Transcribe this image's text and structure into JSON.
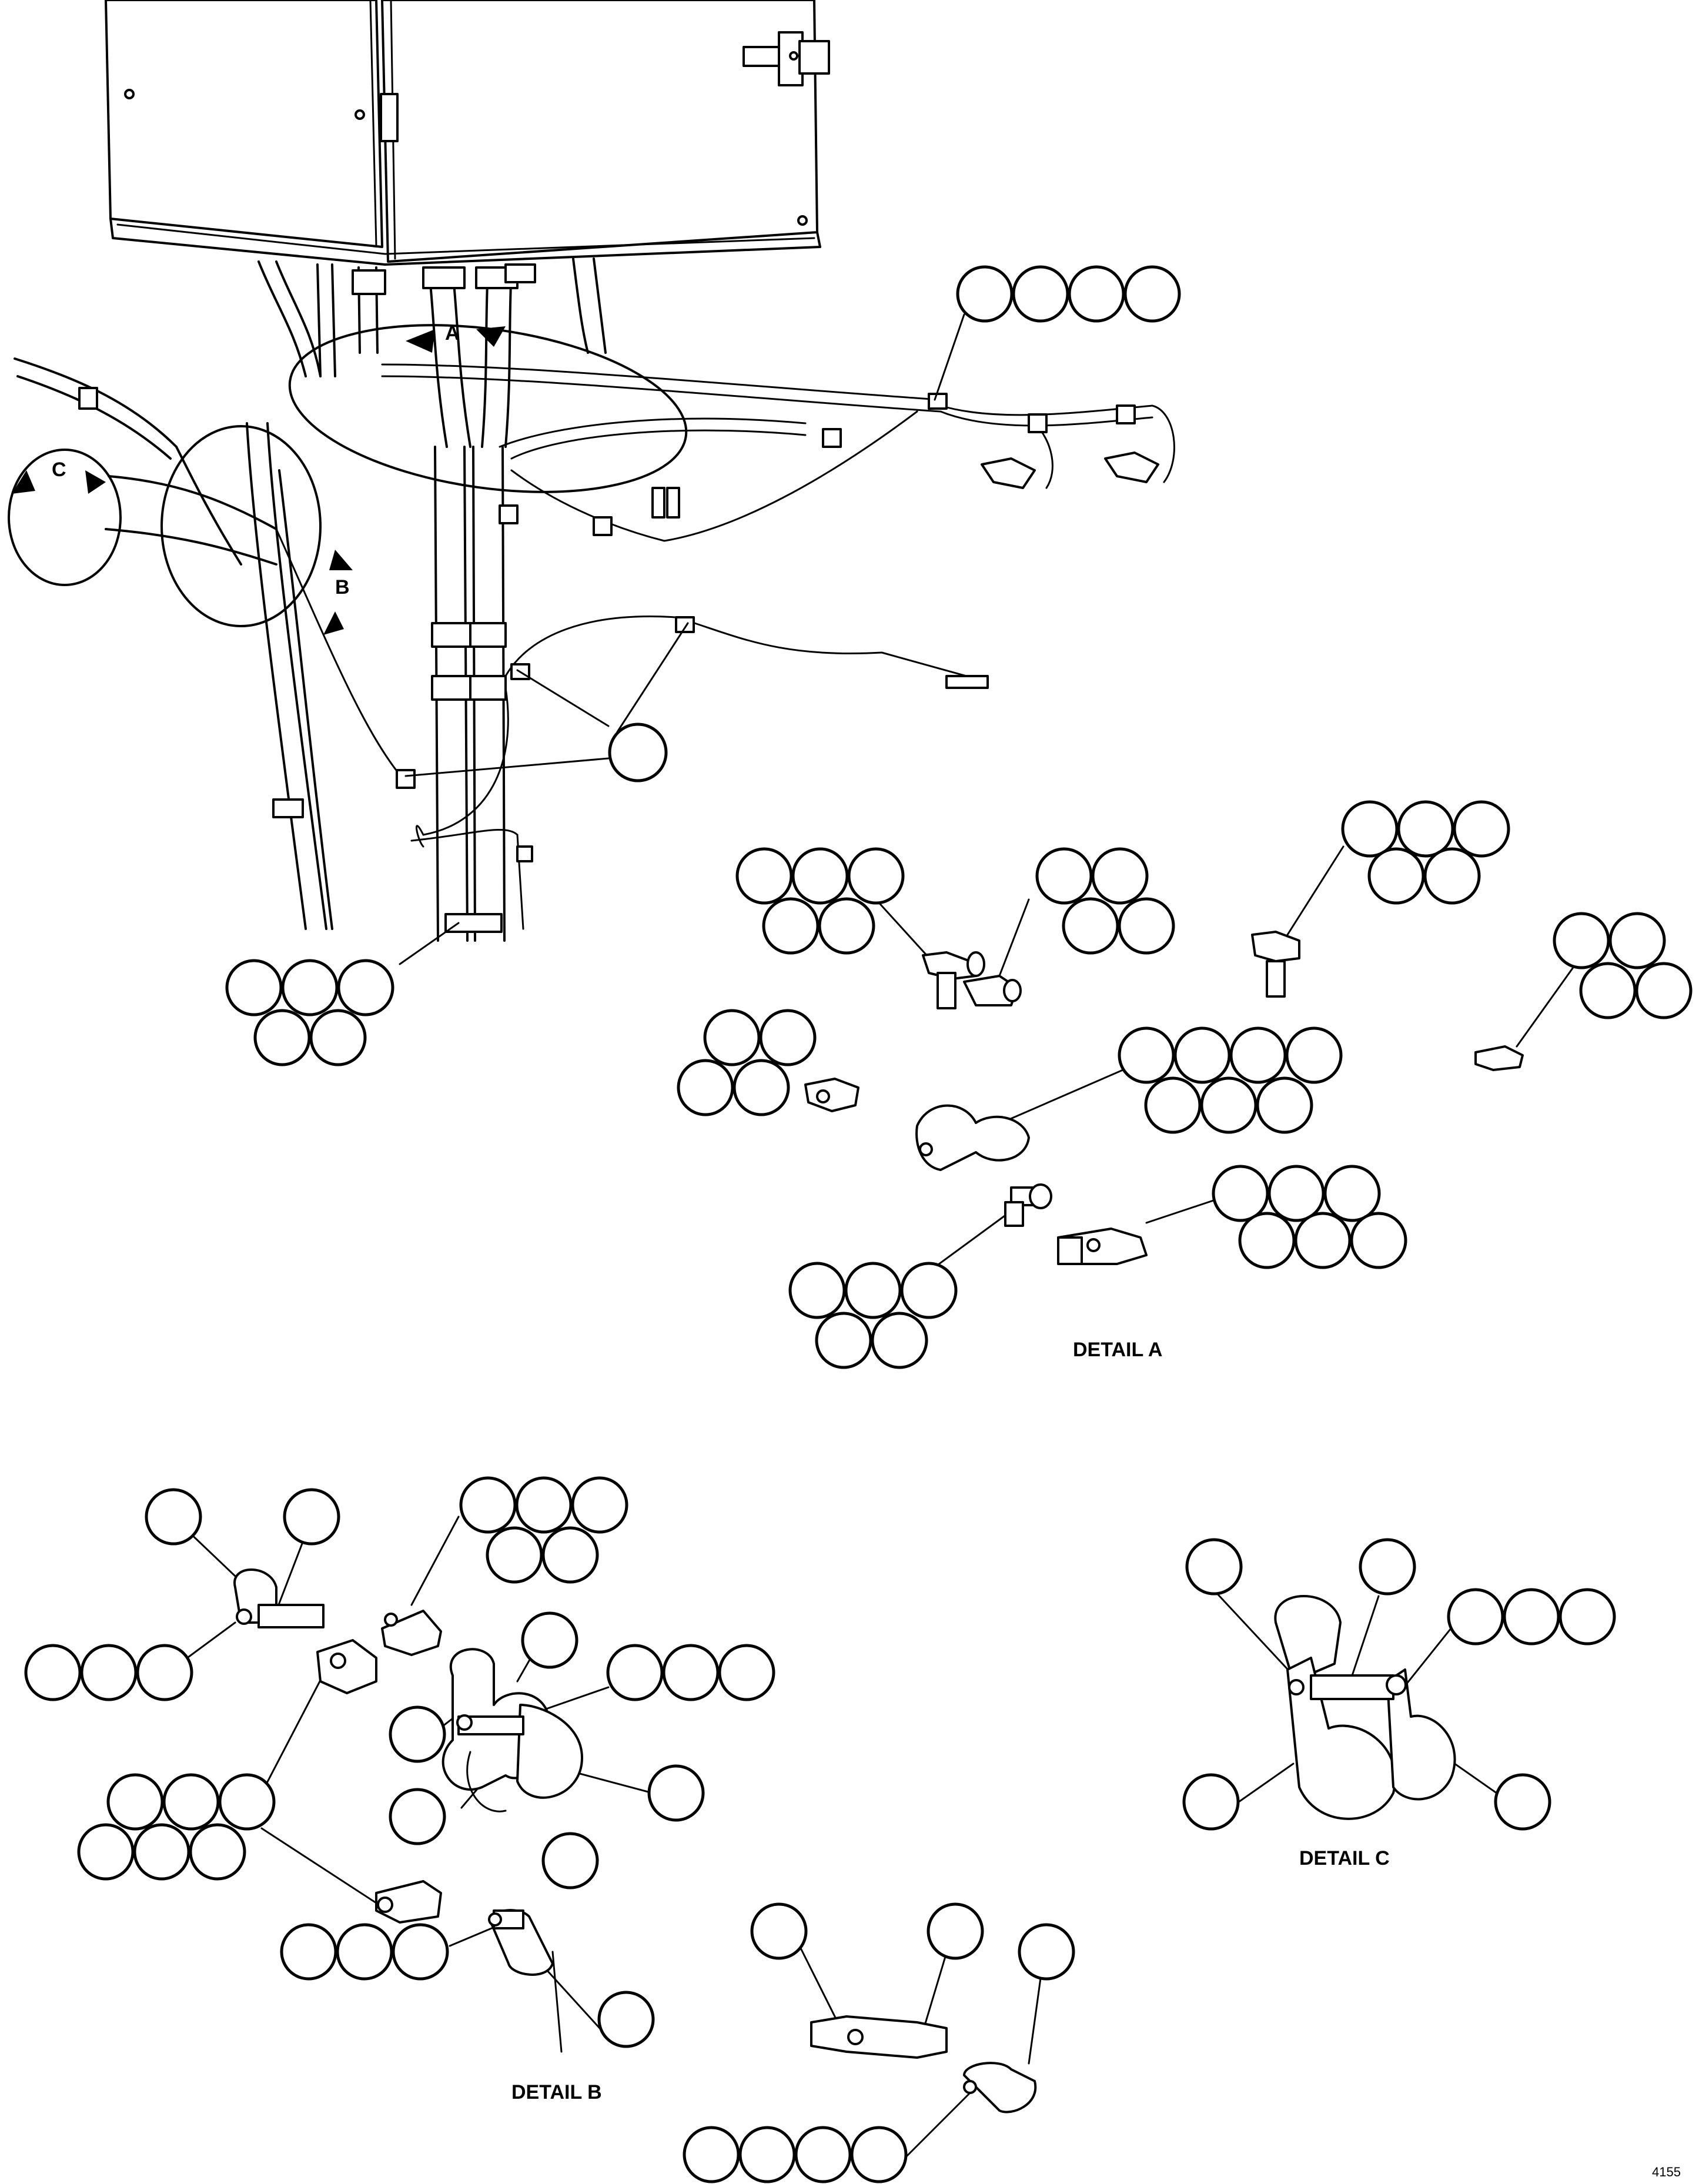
{
  "diagram": {
    "view_labels": {
      "a": "A",
      "b": "B",
      "c": "C"
    },
    "captions": {
      "detail_a": "DETAIL A",
      "detail_b": "DETAIL B",
      "detail_c": "DETAIL C"
    },
    "figure_number": "4155"
  },
  "colors": {
    "line": "#000000",
    "background": "#ffffff"
  }
}
